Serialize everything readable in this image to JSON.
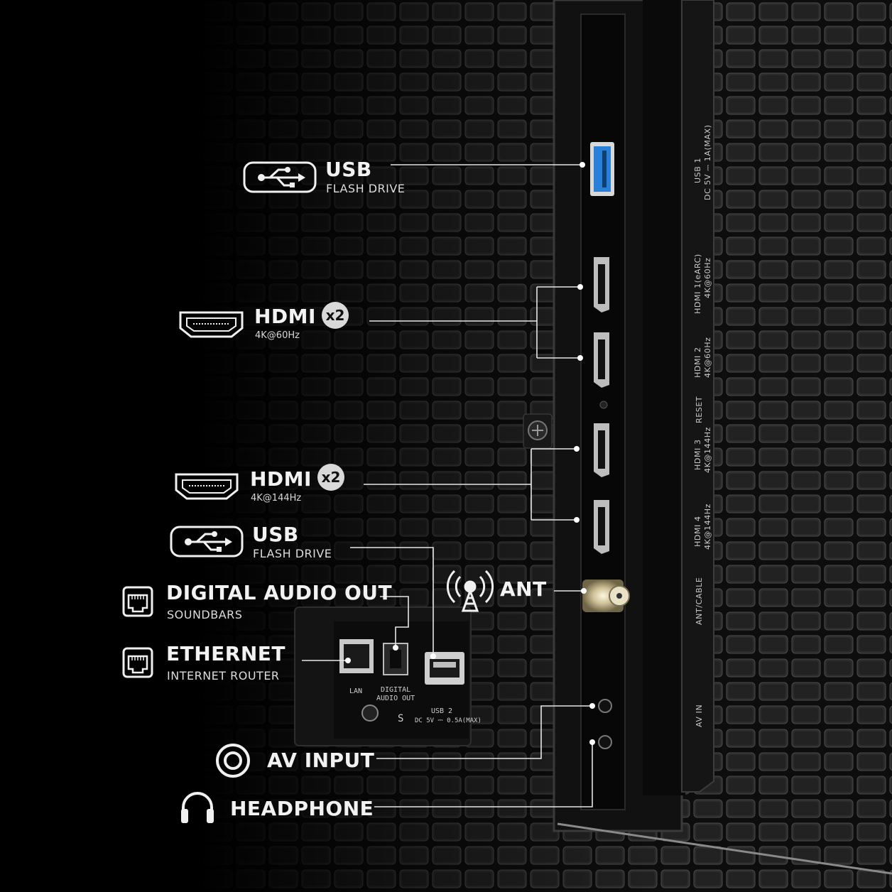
{
  "callouts": {
    "usb_top": {
      "title": "USB",
      "subtitle": "FLASH DRIVE"
    },
    "hdmi_60": {
      "title": "HDMI",
      "badge": "x2",
      "subtitle": "4K@60Hz"
    },
    "hdmi_144": {
      "title": "HDMI",
      "badge": "x2",
      "subtitle": "4K@144Hz"
    },
    "usb_bottom": {
      "title": "USB",
      "subtitle": "FLASH DRIVE"
    },
    "ant": {
      "title": "ANT"
    },
    "digital_audio": {
      "title": "DIGITAL AUDIO OUT",
      "subtitle": "SOUNDBARS"
    },
    "ethernet": {
      "title": "ETHERNET",
      "subtitle": "INTERNET ROUTER"
    },
    "av_input": {
      "title": "AV INPUT"
    },
    "headphone": {
      "title": "HEADPHONE"
    }
  },
  "panel_labels": {
    "usb1": "USB 1",
    "usb1_power": "DC 5V ⎓ 1A(MAX)",
    "hdmi1": "HDMI 1(eARC)",
    "hdmi1_spec": "4K@60Hz",
    "hdmi2": "HDMI 2",
    "hdmi2_spec": "4K@60Hz",
    "reset": "RESET",
    "hdmi3": "HDMI 3",
    "hdmi3_spec": "4K@144Hz",
    "hdmi4": "HDMI 4",
    "hdmi4_spec": "4K@144Hz",
    "ant_cable": "ANT/CABLE",
    "av_in": "AV IN"
  },
  "lower_panel_labels": {
    "lan": "LAN",
    "digital_audio_line1": "DIGITAL",
    "digital_audio_line2": "AUDIO OUT",
    "usb2": "USB 2",
    "usb2_power": "DC 5V ⎓ 0.5A(MAX)",
    "s_label": "S"
  },
  "icons": [
    "usb-icon",
    "hdmi-icon",
    "antenna-icon",
    "ethernet-icon",
    "av-input-icon",
    "headphone-icon"
  ],
  "colors": {
    "background": "#050505",
    "text": "#f2f2f2",
    "usb3_port": "#2a7fd6",
    "badge": "#d9d9d9"
  }
}
